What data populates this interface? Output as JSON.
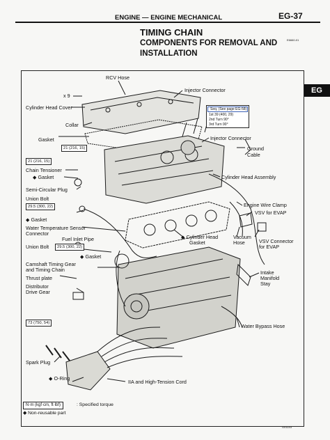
{
  "header": {
    "section": "ENGINE — ENGINE MECHANICAL",
    "page": "EG-37",
    "tab": "EG"
  },
  "title": "TIMING CHAIN",
  "subtitle_line1": "COMPONENTS FOR REMOVAL AND",
  "subtitle_line2": "INSTALLATION",
  "doc_code": "E6660-01",
  "figure_number": "G01143",
  "labels": {
    "rcv_hose": "RCV Hose",
    "x9": "x 9",
    "cylinder_head_cover": "Cylinder Head Cover",
    "collar": "Collar",
    "gasket_top": "Gasket",
    "chain_tensioner": "Chain Tensioner",
    "gasket_tensioner": "◆ Gasket",
    "semi_circular_plug": "Semi-Circular Plug",
    "union_bolt_top": "Union Bolt",
    "gasket_mid": "◆ Gasket",
    "water_temp_sensor": "Water Temperature Sensor",
    "connector": "Connector",
    "fuel_inlet_pipe": "Fuel Inlet Pipe",
    "union_bolt_mid": "Union Bolt",
    "gasket_low": "◆ Gasket",
    "camshaft_timing_gear": "Camshaft Timing Gear",
    "and_timing_chain": "and Timing Chain",
    "thrust_plate": "Thrust plate",
    "distributor": "Distributor",
    "drive_gear": "Drive Gear",
    "spark_plug": "Spark Plug",
    "o_ring": "◆ O-Ring",
    "iia_cord": "IIA and High-Tension Cord",
    "injector_connector": "Injector Connector",
    "injector_connector2": "Injector Connector",
    "ground": "Ground",
    "cable": "Cable",
    "cylinder_head_assembly": "Cylinder Head Assembly",
    "engine_wire_clamp": "Engine Wire Clamp",
    "vsv_for_evap": "VSV for EVAP",
    "cylinder_head_gasket1": "◆ Cylinder Head",
    "cylinder_head_gasket2": "Gasket",
    "vacuum": "Vacuum",
    "vacuum_hose": "Hose",
    "vsv_connector": "VSV Connector",
    "vsv_connector2": "for EVAP",
    "intake": "Intake",
    "manifold": "Manifold",
    "stay": "Stay",
    "water_bypass_hose": "Water Bypass Hose"
  },
  "torques": {
    "t_gasket": "21 (216, 15)",
    "t_tensioner": "21 (216, 15)",
    "t_union_top": "29.5 (300, 22)",
    "t_union_mid": "29.5 (300, 22)",
    "t_distributor": "73 (750, 54)"
  },
  "sequence": {
    "head": "Seq. (See page EG-58)",
    "row1": "1st    39 (400, 29)",
    "row2": "2nd    Turn 90°",
    "row3": "3rd    Turn 90°"
  },
  "legend": {
    "box": "N·m (kgf·cm, ft·lbf)",
    "desc": ": Specified torque",
    "nonreuse": "◆ Non-reusable part"
  }
}
